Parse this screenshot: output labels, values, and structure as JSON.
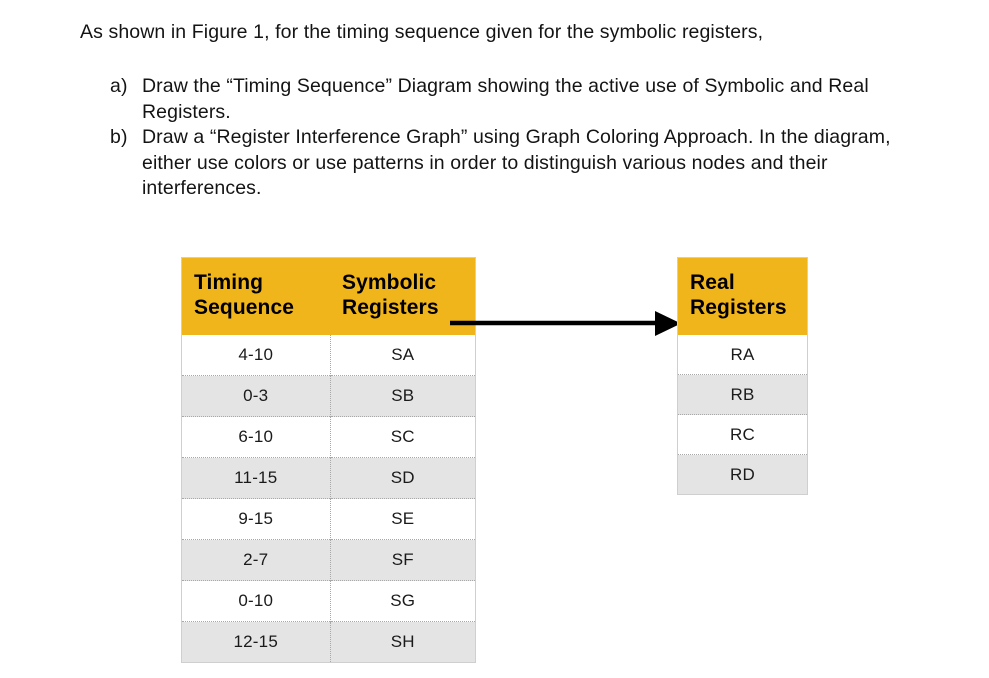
{
  "document": {
    "intro": "As shown in Figure 1, for the timing sequence given for the symbolic registers,",
    "questions": [
      {
        "marker": "a)",
        "text": "Draw the “Timing Sequence” Diagram showing the active use of Symbolic and Real Registers."
      },
      {
        "marker": "b)",
        "text": "Draw a “Register Interference Graph” using Graph Coloring Approach. In the diagram, either use colors or use patterns in order to distinguish various nodes and their interferences."
      }
    ]
  },
  "figure": {
    "arrow": {
      "name": "mapping-arrow",
      "direction": "right",
      "color": "#000000"
    },
    "timing_table": {
      "headers": [
        "Timing Sequence",
        "Symbolic Registers"
      ],
      "rows": [
        [
          "4-10",
          "SA"
        ],
        [
          "0-3",
          "SB"
        ],
        [
          "6-10",
          "SC"
        ],
        [
          "11-15",
          "SD"
        ],
        [
          "9-15",
          "SE"
        ],
        [
          "2-7",
          "SF"
        ],
        [
          "0-10",
          "SG"
        ],
        [
          "12-15",
          "SH"
        ]
      ]
    },
    "real_table": {
      "headers": [
        "Real Registers"
      ],
      "rows": [
        [
          "RA"
        ],
        [
          "RB"
        ],
        [
          "RC"
        ],
        [
          "RD"
        ]
      ]
    }
  },
  "colors": {
    "header_background": "#F0B51B",
    "header_text": "#000000",
    "row_alt_background": "#E4E4E4",
    "row_background": "#FFFFFF",
    "border": "#A8A8A8",
    "body_text": "#141414"
  }
}
